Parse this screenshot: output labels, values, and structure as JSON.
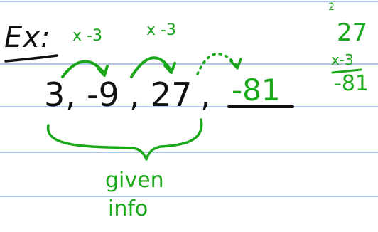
{
  "note": {
    "heading": "Ex:",
    "sequence": [
      "3",
      "-9",
      "27"
    ],
    "answer": "-81",
    "multipliers": [
      "x -3",
      "x -3"
    ],
    "brace_label": [
      "given",
      "info"
    ],
    "side_calc": {
      "carry": "2",
      "top": "27",
      "op": "x-3",
      "result": "-81"
    }
  },
  "colors": {
    "ink_black": "#111111",
    "ink_green": "#1aa81a",
    "rule_line": "#7da7d9"
  }
}
